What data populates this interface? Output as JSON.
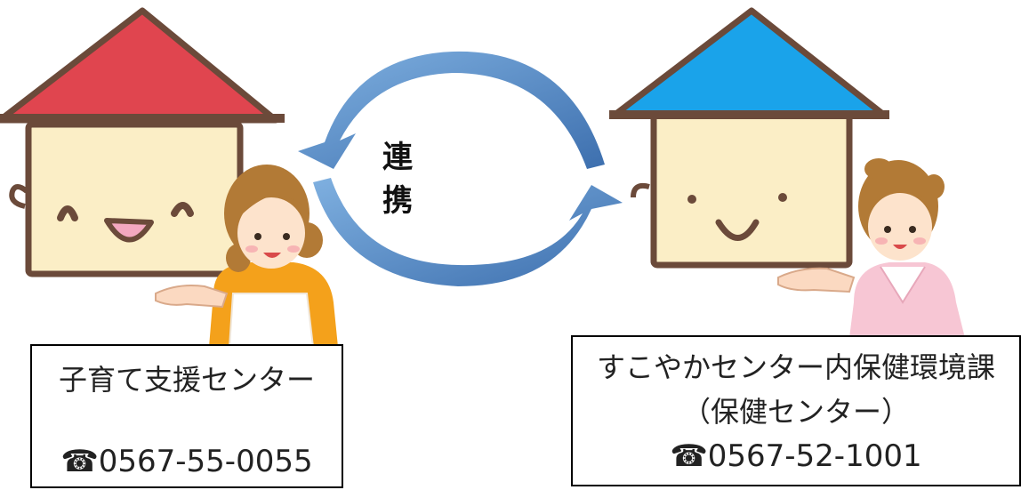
{
  "center": {
    "label": "連　携"
  },
  "left_box": {
    "title": "子育て支援センター",
    "phone_icon": "☎",
    "phone": "0567-55-0055"
  },
  "right_box": {
    "title": "すこやかセンター内保健環境課",
    "subtitle": "（保健センター）",
    "phone_icon": "☎",
    "phone": "0567-52-1001"
  },
  "colors": {
    "left_roof": "#e0454f",
    "right_roof": "#1aa3ea",
    "house_wall": "#fbeec6",
    "house_outline": "#6b4a3a",
    "arrow": "#4f86c6"
  }
}
